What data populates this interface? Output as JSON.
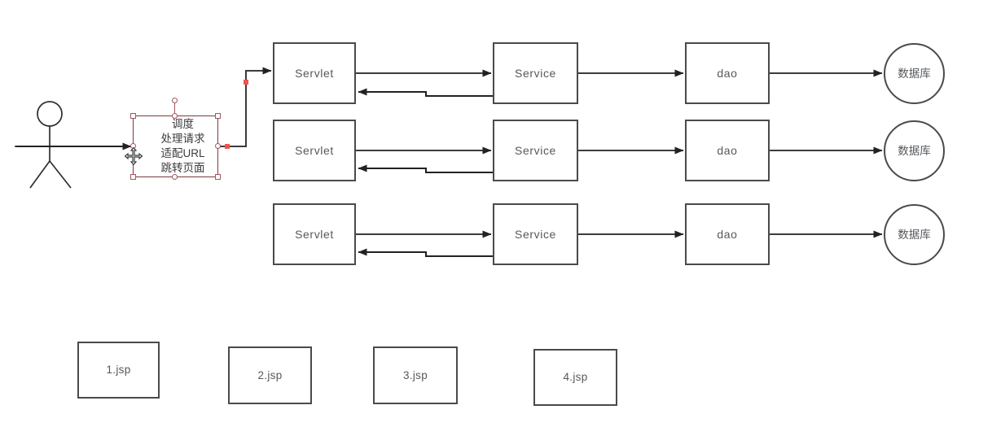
{
  "canvas": {
    "background": "#ffffff",
    "stroke_color": "#4a4a4e",
    "text_color": "#56585c",
    "selection_color": "#a2565d",
    "connector_dot_color": "#ef5350"
  },
  "actor": {
    "name": "stick-figure-actor",
    "label": ""
  },
  "selected_node": {
    "label": "调度\n处理请求\n适配URL\n跳转页面",
    "lines": [
      "调度",
      "处理请求",
      "适配URL",
      "跳转页面"
    ]
  },
  "rows": [
    {
      "servlet": "Servlet",
      "service": "Service",
      "dao": "dao",
      "db": "数据库"
    },
    {
      "servlet": "Servlet",
      "service": "Service",
      "dao": "dao",
      "db": "数据库"
    },
    {
      "servlet": "Servlet",
      "service": "Service",
      "dao": "dao",
      "db": "数据库"
    }
  ],
  "jsp_pages": [
    {
      "label": "1.jsp"
    },
    {
      "label": "2.jsp"
    },
    {
      "label": "3.jsp"
    },
    {
      "label": "4.jsp"
    }
  ],
  "cursor": {
    "type": "move-cursor"
  }
}
